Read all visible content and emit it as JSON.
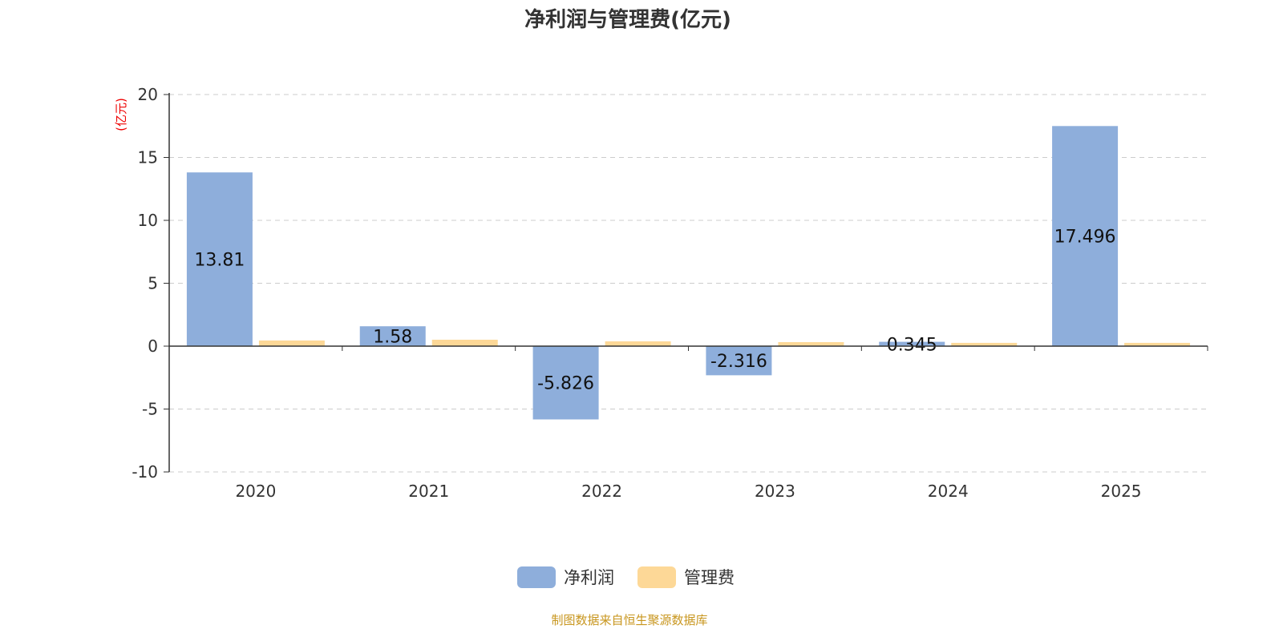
{
  "chart_data": {
    "type": "bar",
    "title": "净利润与管理费(亿元)",
    "ylabel": "(亿元)",
    "xlabel": "",
    "categories": [
      "2020",
      "2021",
      "2022",
      "2023",
      "2024",
      "2025"
    ],
    "series": [
      {
        "name": "净利润",
        "color": "#8eaedb",
        "values": [
          13.81,
          1.58,
          -5.826,
          -2.316,
          0.345,
          17.496
        ],
        "labels": [
          "13.81",
          "1.58",
          "-5.826",
          "-2.316",
          "0.345",
          "17.496"
        ]
      },
      {
        "name": "管理费",
        "color": "#fdd897",
        "values": [
          0.45,
          0.51,
          0.38,
          0.32,
          0.26,
          0.26
        ]
      }
    ],
    "ylim": [
      -10,
      20
    ],
    "yticks": [
      -10,
      -5,
      0,
      5,
      10,
      15,
      20
    ],
    "grid": true,
    "legend_position": "bottom"
  },
  "source": "制图数据来自恒生聚源数据库"
}
